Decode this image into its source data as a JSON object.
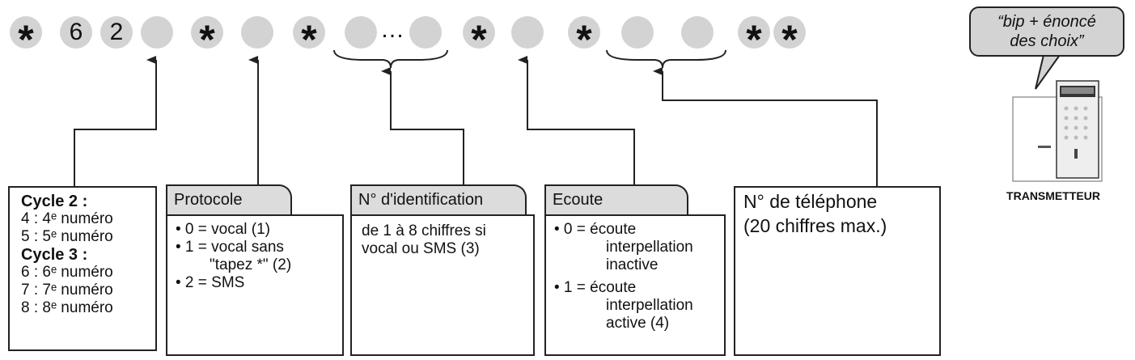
{
  "keypad": {
    "sequence": [
      "*",
      "6",
      "2",
      "",
      "*",
      "",
      "*",
      "",
      "",
      "*",
      "",
      "*",
      "",
      "",
      "*",
      "*"
    ],
    "dots": "… …"
  },
  "boxes": {
    "cycle": {
      "lines": [
        {
          "text": "Cycle 2 :",
          "bold": true
        },
        {
          "text": "4 : 4ᵉ numéro"
        },
        {
          "text": "5 : 5ᵉ numéro"
        },
        {
          "text": "Cycle 3 :",
          "bold": true
        },
        {
          "text": "6 : 6ᵉ numéro"
        },
        {
          "text": "7 : 7ᵉ numéro"
        },
        {
          "text": "8 : 8ᵉ numéro"
        }
      ]
    },
    "protocole": {
      "tab": "Protocole",
      "lines": [
        {
          "text": "• 0 = vocal (1)"
        },
        {
          "text": "• 1 = vocal sans"
        },
        {
          "text": "\"tapez *\" (2)",
          "indent": 1
        },
        {
          "text": "• 2 = SMS"
        }
      ]
    },
    "identification": {
      "tab": "N° d'identification",
      "lines": [
        {
          "text": "de 1 à 8 chiffres si"
        },
        {
          "text": "vocal ou SMS (3)"
        }
      ]
    },
    "ecoute": {
      "tab": "Ecoute",
      "lines": [
        {
          "text": "• 0 = écoute"
        },
        {
          "text": "interpellation",
          "indent": 2
        },
        {
          "text": "inactive",
          "indent": 2
        },
        {
          "text": "• 1 = écoute",
          "gap": true
        },
        {
          "text": "interpellation",
          "indent": 2
        },
        {
          "text": "active (4)",
          "indent": 2
        }
      ]
    },
    "telephone": {
      "lines": [
        {
          "text": "N° de téléphone"
        },
        {
          "text": "(20 chiffres max.)"
        }
      ]
    }
  },
  "bubble": {
    "line1": "“bip + énoncé",
    "line2": "des choix”"
  },
  "device": {
    "label": "TRANSMETTEUR"
  }
}
